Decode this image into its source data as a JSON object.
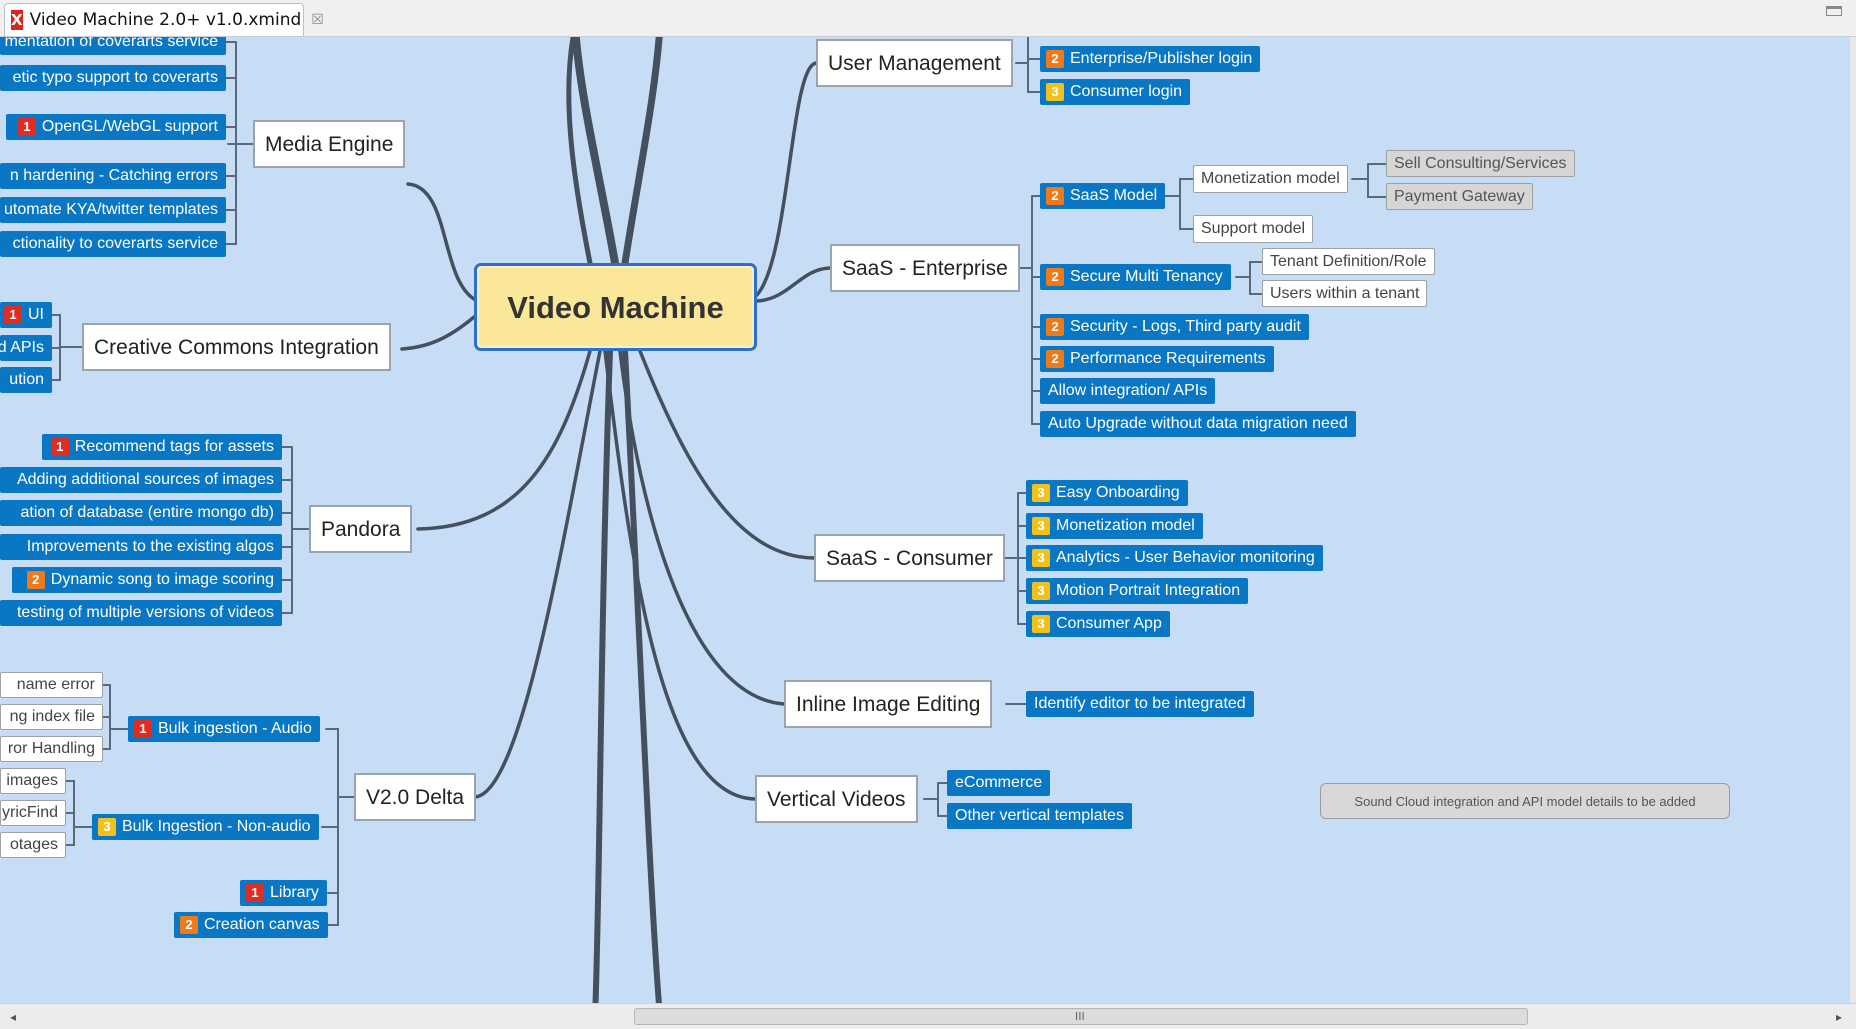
{
  "tab": {
    "title": "Video Machine 2.0+ v1.0.xmind",
    "close_glyph": "☒",
    "icon": "xmind-icon",
    "icon_glyph": "X"
  },
  "scrollbar": {
    "left_glyph": "◂",
    "right_glyph": "▸",
    "grip_glyph": "III"
  },
  "colors": {
    "canvas": "#c7dcf5",
    "topic_blue": "#0a77c4",
    "central_fill": "#fbe79a",
    "central_border": "#2c6fd1",
    "priority_1": "#e02c22",
    "priority_2": "#ee7a1a",
    "priority_3": "#f2c21a"
  },
  "central": "Video Machine",
  "main": {
    "user_management": "User Management",
    "media_engine": "Media Engine",
    "saas_enterprise": "SaaS - Enterprise",
    "creative_commons": "Creative Commons Integration",
    "pandora": "Pandora",
    "saas_consumer": "SaaS - Consumer",
    "inline_editing": "Inline Image Editing",
    "vertical_videos": "Vertical Videos",
    "v2_delta": "V2.0 Delta"
  },
  "user_management": [
    {
      "label": "Enterprise/Publisher login",
      "priority": "2"
    },
    {
      "label": "Consumer login",
      "priority": "3"
    }
  ],
  "media_engine": [
    {
      "label": "mentation of coverarts service",
      "priority": ""
    },
    {
      "label": "etic typo support to coverarts",
      "priority": ""
    },
    {
      "label": "OpenGL/WebGL support",
      "priority": "1"
    },
    {
      "label": "n hardening - Catching errors",
      "priority": ""
    },
    {
      "label": "utomate KYA/twitter templates",
      "priority": ""
    },
    {
      "label": "ctionality to coverarts service",
      "priority": ""
    }
  ],
  "saas_enterprise": {
    "saas_model": {
      "label": "SaaS Model",
      "priority": "2"
    },
    "monetization": "Monetization model",
    "support": "Support model",
    "sell_consulting": "Sell Consulting/Services",
    "payment_gateway": "Payment Gateway",
    "multi_tenancy": {
      "label": "Secure Multi Tenancy",
      "priority": "2"
    },
    "tenant_definition": "Tenant Definition/Role",
    "users_within": "Users within a tenant",
    "security": {
      "label": "Security - Logs, Third party audit",
      "priority": "2"
    },
    "performance": {
      "label": "Performance Requirements",
      "priority": "2"
    },
    "allow_integration": "Allow integration/ APIs",
    "auto_upgrade": "Auto Upgrade without data migration need"
  },
  "creative_commons": [
    {
      "label": "UI",
      "priority": "1"
    },
    {
      "label": "d APIs",
      "priority": ""
    },
    {
      "label": "ution",
      "priority": ""
    }
  ],
  "pandora": [
    {
      "label": "Recommend tags for assets",
      "priority": "1"
    },
    {
      "label": "Adding additional sources of images",
      "priority": ""
    },
    {
      "label": "ation of database (entire mongo db)",
      "priority": ""
    },
    {
      "label": "Improvements to the existing algos",
      "priority": ""
    },
    {
      "label": "Dynamic song to image scoring",
      "priority": "2"
    },
    {
      "label": "testing of multiple versions of videos",
      "priority": ""
    }
  ],
  "saas_consumer": [
    {
      "label": "Easy Onboarding",
      "priority": "3"
    },
    {
      "label": "Monetization model",
      "priority": "3"
    },
    {
      "label": "Analytics - User Behavior monitoring",
      "priority": "3"
    },
    {
      "label": "Motion Portrait Integration",
      "priority": "3"
    },
    {
      "label": "Consumer App",
      "priority": "3"
    }
  ],
  "inline_editing": [
    {
      "label": "Identify editor to be integrated"
    }
  ],
  "vertical_videos": [
    {
      "label": "eCommerce"
    },
    {
      "label": "Other vertical templates"
    }
  ],
  "v2_delta": {
    "bulk_audio": {
      "label": "Bulk ingestion - Audio",
      "priority": "1"
    },
    "bulk_nonaudio": {
      "label": "Bulk Ingestion - Non-audio",
      "priority": "3"
    },
    "library": {
      "label": "Library",
      "priority": "1"
    },
    "creation_canvas": {
      "label": "Creation canvas",
      "priority": "2"
    },
    "audio_children": [
      "name error",
      "ng index file",
      "ror Handling"
    ],
    "nonaudio_children": [
      "images",
      "yricFind",
      "otages"
    ]
  },
  "note": "Sound Cloud integration and API model details to be added"
}
